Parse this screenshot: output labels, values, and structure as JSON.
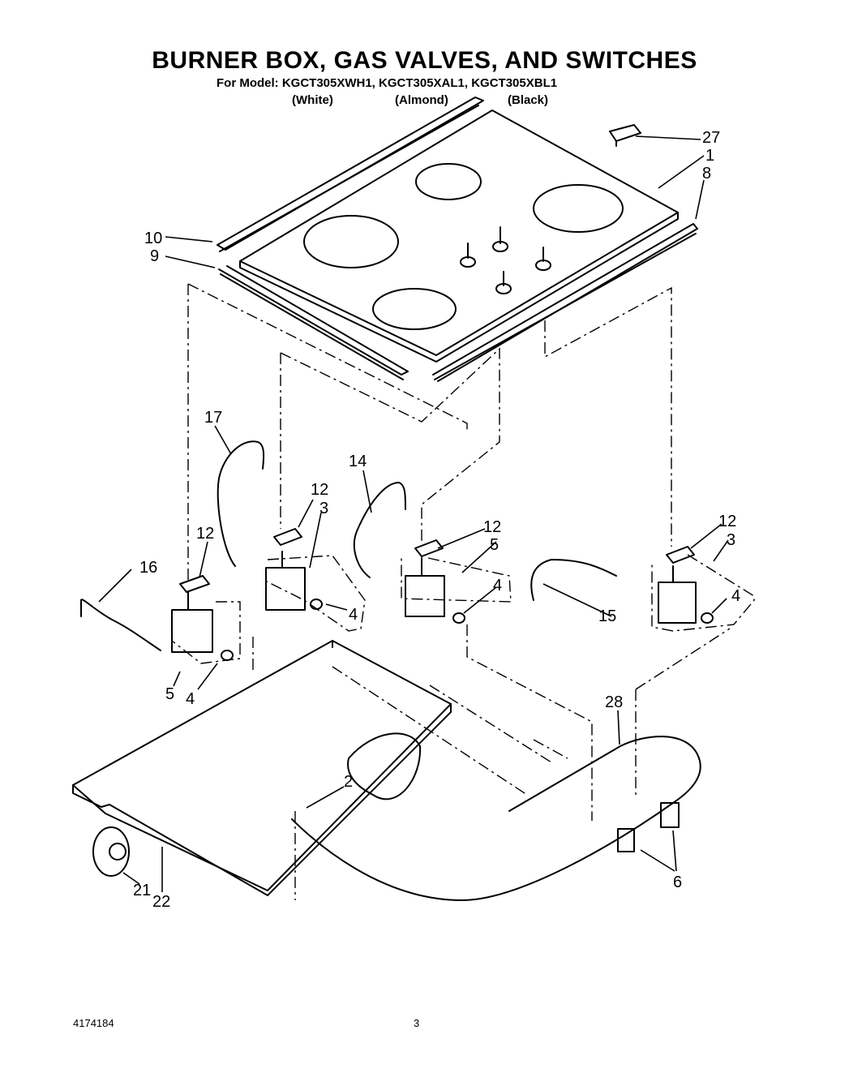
{
  "header": {
    "title": "BURNER BOX, GAS VALVES, AND SWITCHES",
    "models": "For Model: KGCT305XWH1, KGCT305XAL1, KGCT305XBL1",
    "variants": [
      "(White)",
      "(Almond)",
      "(Black)"
    ]
  },
  "callouts": [
    "27",
    "1",
    "8",
    "10",
    "9",
    "17",
    "14",
    "12",
    "3",
    "12",
    "12",
    "5",
    "4",
    "12",
    "3",
    "16",
    "4",
    "4",
    "4",
    "15",
    "5",
    "4",
    "28",
    "2",
    "6",
    "21",
    "22"
  ],
  "footer": {
    "part_number": "4174184",
    "page": "3"
  }
}
